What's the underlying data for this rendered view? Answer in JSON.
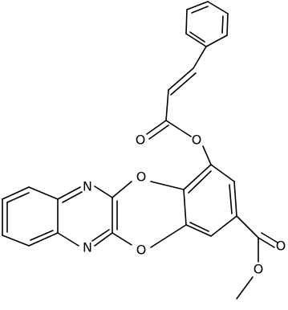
{
  "diagram": {
    "type": "chemical-structure",
    "atom_labels": [
      "N",
      "N",
      "O",
      "O",
      "O",
      "O",
      "O",
      "O"
    ],
    "colors": {
      "bond": "#000000",
      "text": "#000000",
      "background": "#ffffff"
    }
  }
}
